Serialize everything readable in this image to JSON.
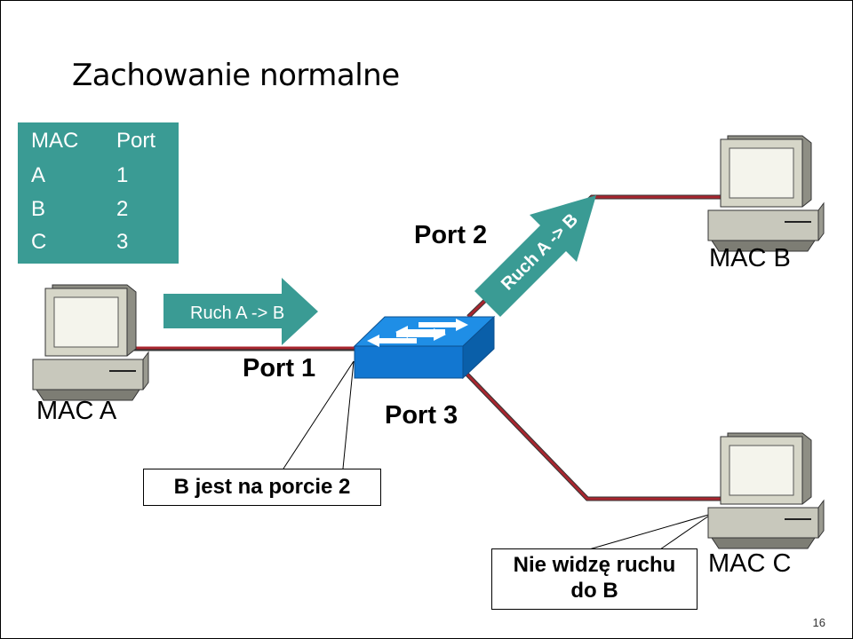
{
  "title": "Zachowanie normalne",
  "mac_table": {
    "headers": [
      "MAC",
      "Port"
    ],
    "rows": [
      [
        "A",
        "1"
      ],
      [
        "B",
        "2"
      ],
      [
        "C",
        "3"
      ]
    ]
  },
  "hosts": {
    "a": "MAC A",
    "b": "MAC B",
    "c": "MAC C"
  },
  "ports": {
    "p1": "Port 1",
    "p2": "Port 2",
    "p3": "Port 3"
  },
  "traffic": {
    "horizontal": "Ruch A -> B",
    "diagonal": "Ruch A -> B"
  },
  "callouts": {
    "switch_note": "B jest na porcie 2",
    "host_c_note_line1": "Nie widzę ruchu",
    "host_c_note_line2": "do B"
  },
  "page_number": "16",
  "colors": {
    "table_bg": "#3a9b94",
    "arrow_fill": "#3a9b94",
    "wire": "#a8262f",
    "switch_top": "#1f8ee6",
    "switch_side": "#0a5fa9"
  }
}
